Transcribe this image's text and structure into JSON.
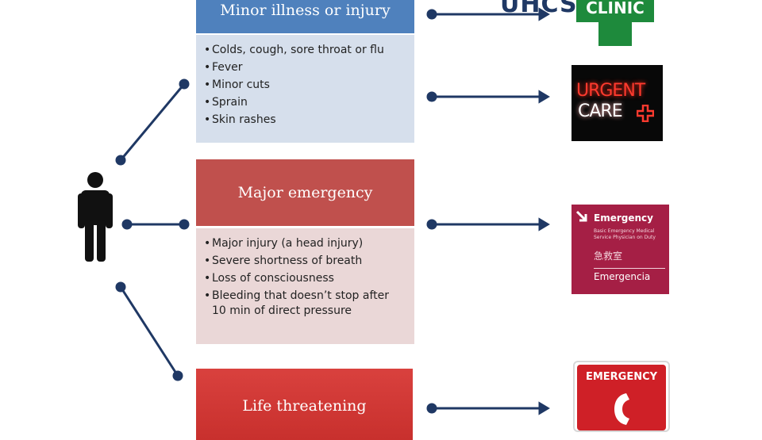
{
  "brand": {
    "uhcs_text": "UHCS",
    "clinic_sign_text": "CLINIC"
  },
  "boxes": {
    "minor": {
      "title": "Minor illness or injury",
      "items": [
        "Colds, cough, sore throat or flu",
        "Fever",
        "Minor cuts",
        "Sprain",
        "Skin rashes"
      ]
    },
    "major": {
      "title": "Major emergency",
      "items": [
        "Major injury (a head injury)",
        "Severe shortness of breath",
        "Loss of consciousness",
        "Bleeding that doesn’t stop after",
        "10 min of direct pressure"
      ]
    },
    "life": {
      "title": "Life threatening"
    }
  },
  "signs": {
    "urgent_care": {
      "line1": "URGENT",
      "line2": "CARE"
    },
    "emergency": {
      "title": "Emergency",
      "sub1": "Basic Emergency Medical",
      "sub2": "Service   Physician on Duty",
      "chinese": "急救室",
      "spanish": "Emergencia"
    },
    "emergency_phone": {
      "title": "EMERGENCY"
    }
  },
  "colors": {
    "connector": "#1f3864",
    "blue_header": "#4f81bd",
    "red_header": "#c0504d",
    "clinic_green": "#1e8a3c"
  }
}
